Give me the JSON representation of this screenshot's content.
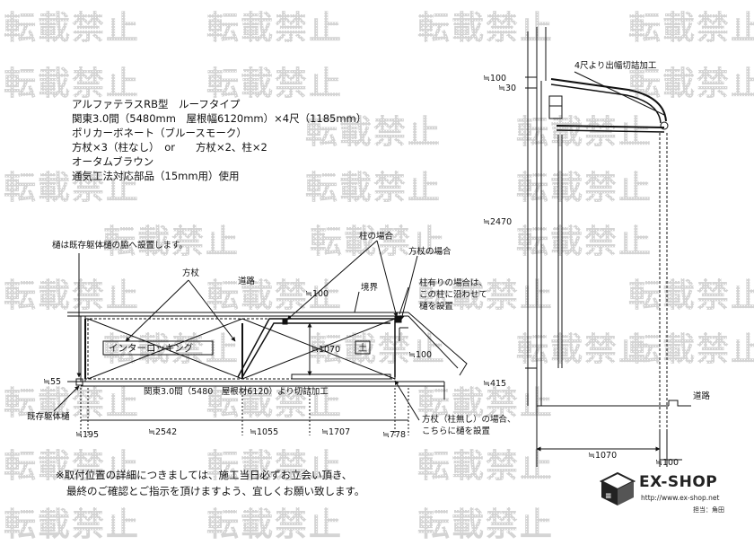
{
  "watermark": "転載禁止",
  "spec_lines": [
    "アルファテラスRB型　ルーフタイプ",
    "関東3.0間（5480mm　屋根幅6120mm）×4尺（1185mm）",
    "ポリカーボネート（ブルースモーク）",
    "方杖×3（柱なし）　or　　方杖×2、柱×2",
    "オータムブラウン",
    "通気工法対応部品（15mm用）使用"
  ],
  "plan": {
    "gutter_note": "樋は既存躯体樋の脇へ設置します。",
    "houzue": "方杖",
    "road": "道路",
    "interlocking": "インターロッキング",
    "boundary": "境界",
    "soil": "土",
    "pillar_case": "柱の場合",
    "houzue_case": "方杖の場合",
    "pillar_note_1": "柱有りの場合は、",
    "pillar_note_2": "この柱に沿わせて",
    "pillar_note_3": "樋を設置",
    "dim_100_top": "≒100",
    "dim_1070": "≒1070",
    "dim_100_right": "≒100",
    "dim_55": "≒55",
    "cut_note": "関東3.0間（5480　屋根材6120）より切詰加工",
    "existing_gutter": "既存躯体樋",
    "dims_bottom": [
      "≒195",
      "≒2542",
      "≒1055",
      "≒1707",
      "≒778"
    ],
    "houzue_note_1": "方杖（柱無し）の場合、",
    "houzue_note_2": "こちらに樋を設置"
  },
  "elevation": {
    "cut_note": "4尺より出幅切詰加工",
    "dim_100": "≒100",
    "dim_30": "≒30",
    "dim_2470": "≒2470",
    "dim_415": "≒415",
    "road": "道路",
    "dim_1070": "≒1070",
    "dim_100_bottom": "≒100"
  },
  "footer_note_1": "※取付位置の詳細につきましては、施工当日必ずお立会い頂き、",
  "footer_note_2": "最終のご確認とご指示を頂けますよう、宜しくお願い致します。",
  "logo": {
    "name": "EX-SHOP",
    "url": "http://www.ex-shop.net",
    "staff": "担当：角田"
  }
}
